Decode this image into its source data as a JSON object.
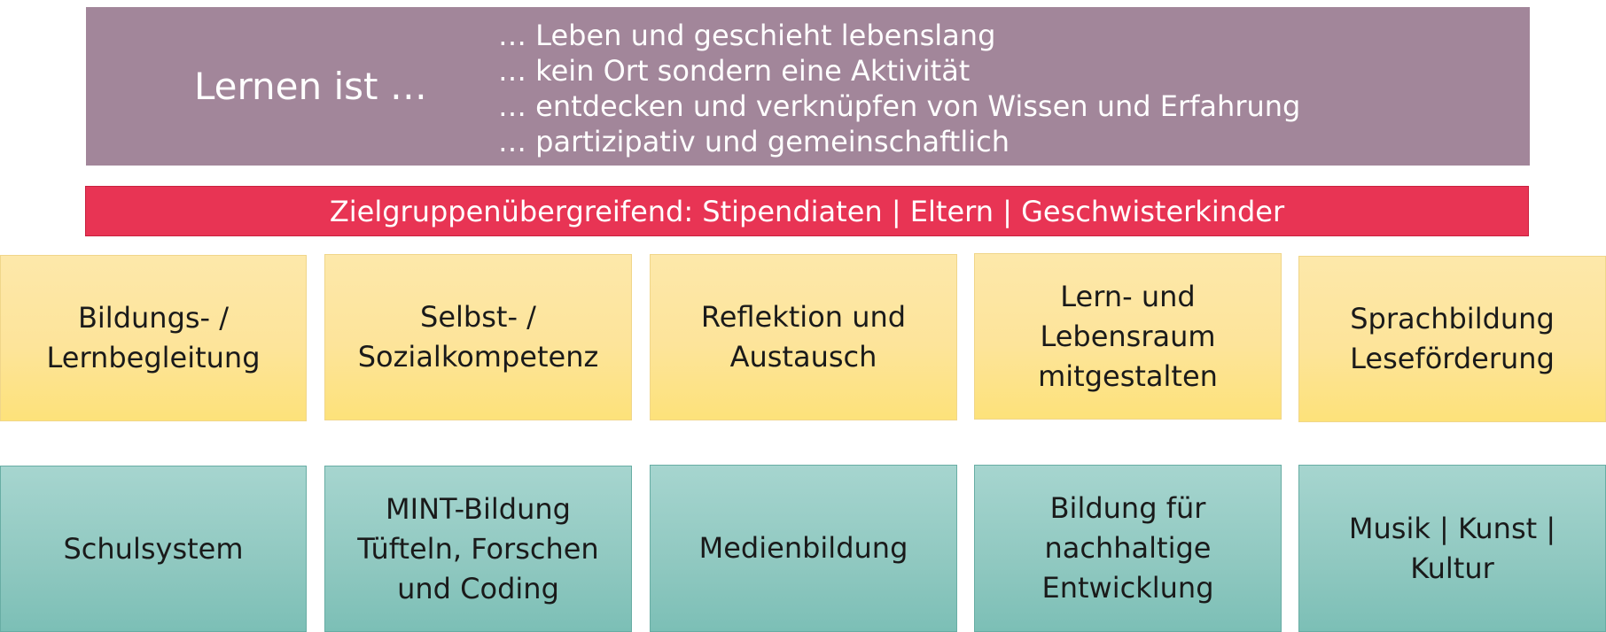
{
  "banner": {
    "title": "Lernen ist …",
    "lines": [
      "… Leben und geschieht lebenslang",
      "… kein Ort sondern eine Aktivität",
      "… entdecken und verknüpfen von Wissen und Erfahrung",
      "… partizipativ und gemeinschaftlich"
    ]
  },
  "target_groups": "Zielgruppenübergreifend: Stipendiaten | Eltern | Geschwisterkinder",
  "row1": [
    "Bildungs- /\nLernbegleitung",
    "Selbst- /\nSozialkompetenz",
    "Reflektion und\nAustausch",
    "Lern- und\nLebensraum\nmitgestalten",
    "Sprachbildung\nLeseförderung"
  ],
  "row2": [
    "Schulsystem",
    "MINT-Bildung\nTüfteln, Forschen\nund Coding",
    "Medienbildung",
    "Bildung für\nnachhaltige\nEntwicklung",
    "Musik | Kunst |\nKultur"
  ],
  "colors": {
    "banner": "#a2869a",
    "target_bar": "#e83454",
    "row1": "#fde49a",
    "row2": "#8fc8c0"
  }
}
